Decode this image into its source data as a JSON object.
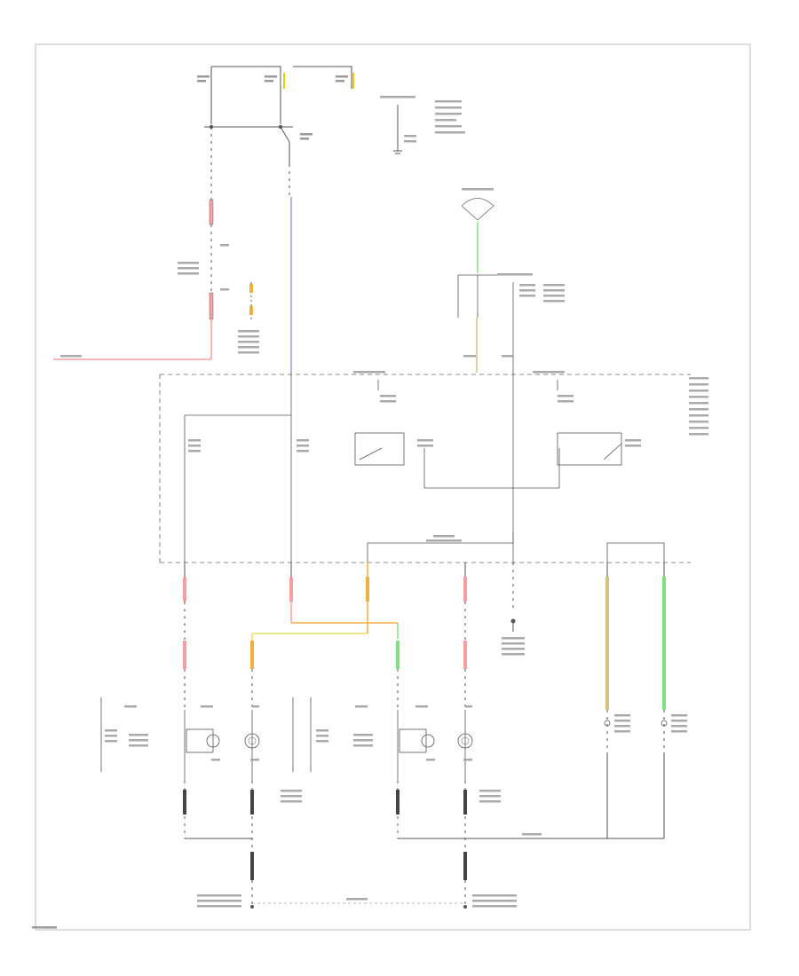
{
  "diagram": {
    "type": "automotive-wiring-schematic",
    "wire_colors": {
      "red": "#f4a0a0",
      "blue": "#9a9aee",
      "green": "#80e080",
      "orange": "#f0b040",
      "yellow": "#ece060",
      "tan": "#d8c080",
      "dark": "#444444",
      "shield": "#777777"
    },
    "components": [
      "fuse-block",
      "ignition-switch",
      "ground-top",
      "junction-connector",
      "control-module-dashed",
      "relay-left",
      "relay-right",
      "left-headlamp-assembly",
      "right-headlamp-assembly",
      "ground-center",
      "left-indicator-lamp",
      "right-indicator-lamp",
      "left-ground-bottom",
      "right-ground-bottom"
    ],
    "labels": []
  }
}
